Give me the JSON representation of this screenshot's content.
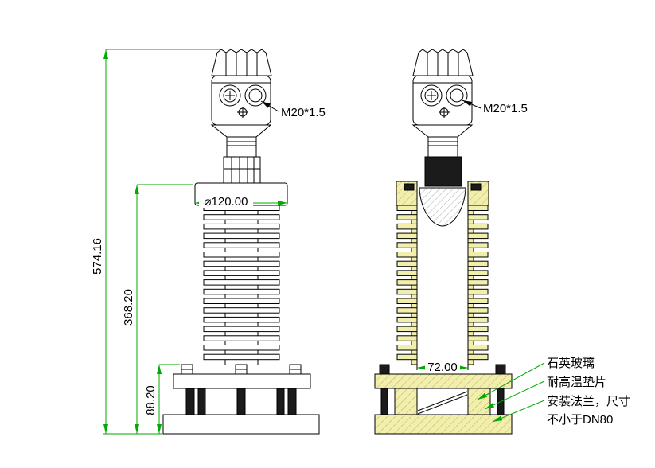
{
  "drawing": {
    "colors": {
      "line": "#000000",
      "dimension": "#00aa00",
      "section_fill": "#f2eeac",
      "background": "#ffffff"
    },
    "dimensions": {
      "total_height": "574.16",
      "fin_section_height": "368.20",
      "base_height": "88.20",
      "collar_diameter": "⌀120.00",
      "bore_width": "72.00"
    },
    "labels": {
      "thread_left": "M20*1.5",
      "thread_right": "M20*1.5"
    },
    "annotations": {
      "quartz_glass": "石英玻璃",
      "gasket": "耐高温垫片",
      "flange_line1": "安装法兰，尺寸",
      "flange_line2": "不小于DN80"
    }
  }
}
